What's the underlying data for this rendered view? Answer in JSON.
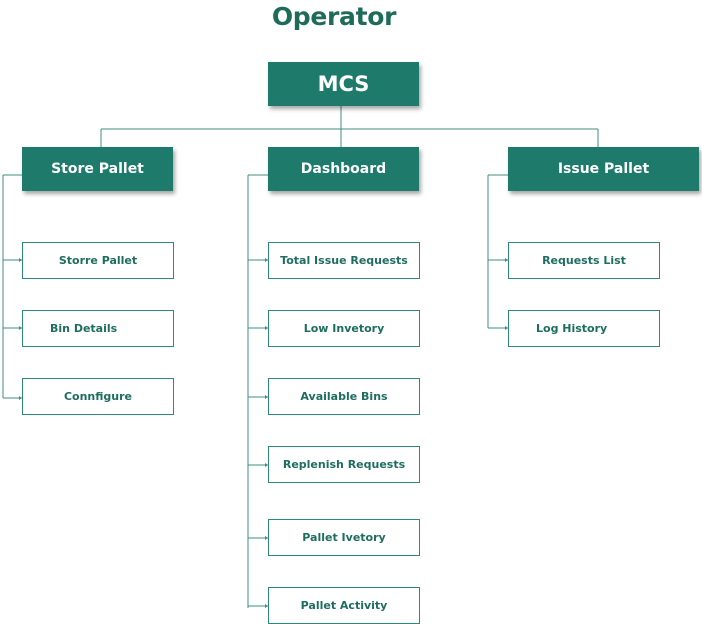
{
  "title": "Operator",
  "root": {
    "label": "MCS"
  },
  "sections": [
    {
      "label": "Store Pallet",
      "items": [
        "Storre Pallet",
        "Bin Details",
        "Connfigure"
      ]
    },
    {
      "label": "Dashboard",
      "items": [
        "Total Issue Requests",
        "Low Invetory",
        "Available Bins",
        "Replenish Requests",
        "Pallet Ivetory",
        "Pallet Activity"
      ]
    },
    {
      "label": "Issue Pallet",
      "items": [
        "Requests List",
        "Log History"
      ]
    }
  ],
  "colors": {
    "primary": "#1e7a6b",
    "title": "#1f6b5a",
    "connector": "#3f8f80",
    "leaf_text": "#1e6e60"
  }
}
